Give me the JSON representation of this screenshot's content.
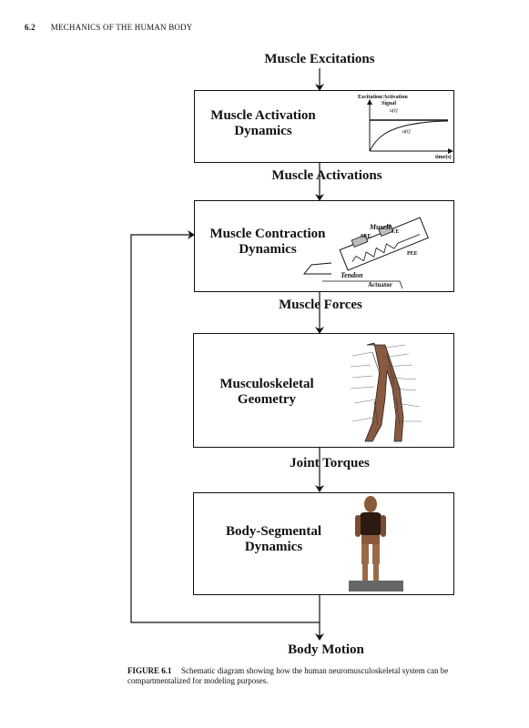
{
  "header": {
    "section": "6.2",
    "running_title": "MECHANICS OF THE HUMAN BODY"
  },
  "flow_labels": {
    "excitations": "Muscle Excitations",
    "activations": "Muscle Activations",
    "forces": "Muscle Forces",
    "torques": "Joint Torques",
    "motion": "Body Motion"
  },
  "boxes": {
    "activation": {
      "title_line1": "Muscle Activation",
      "title_line2": "Dynamics",
      "graph": {
        "title_line1": "Excitation/Activation",
        "title_line2": "Signal",
        "u_label": "u(t)",
        "a_label": "a(t)",
        "x_label": "time(s)"
      }
    },
    "contraction": {
      "title_line1": "Muscle Contraction",
      "title_line2": "Dynamics",
      "model": {
        "muscle": "Muscle",
        "tendon": "Tendon",
        "actuator": "Actuator",
        "se": "SEE",
        "ce": "CE",
        "pe": "PEE"
      }
    },
    "geometry": {
      "title_line1": "Musculoskeletal",
      "title_line2": "Geometry"
    },
    "segmental": {
      "title_line1": "Body-Segmental",
      "title_line2": "Dynamics"
    }
  },
  "caption": {
    "label": "FIGURE 6.1",
    "text": "Schematic diagram showing how the human neuromusculoskeletal system can be compartmentalized for modeling purposes."
  }
}
